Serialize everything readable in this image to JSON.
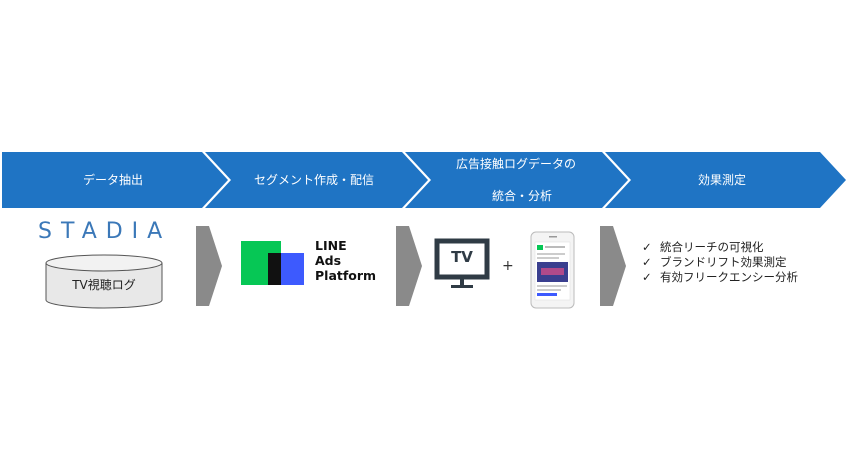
{
  "steps": [
    {
      "label": "データ抽出"
    },
    {
      "label": "セグメント作成・配信"
    },
    {
      "label_line1": "広告接触ログデータの",
      "label_line2": "統合・分析"
    },
    {
      "label": "効果測定"
    }
  ],
  "stadia": {
    "logo_text": "STADIA",
    "db_label": "TV視聴ログ"
  },
  "line_ads": {
    "line1": "LINE",
    "line2": "Ads",
    "line3": "Platform"
  },
  "devices": {
    "tv_text": "TV",
    "plus": "+"
  },
  "results": {
    "check": "✓",
    "items": [
      "統合リーチの可視化",
      "ブランドリフト効果測定",
      "有効フリークエンシー分析"
    ]
  },
  "colors": {
    "banner": "#1f74c4",
    "arrow": "#8a8a8a",
    "line_green": "#06c755",
    "line_blue": "#3d5afe"
  }
}
